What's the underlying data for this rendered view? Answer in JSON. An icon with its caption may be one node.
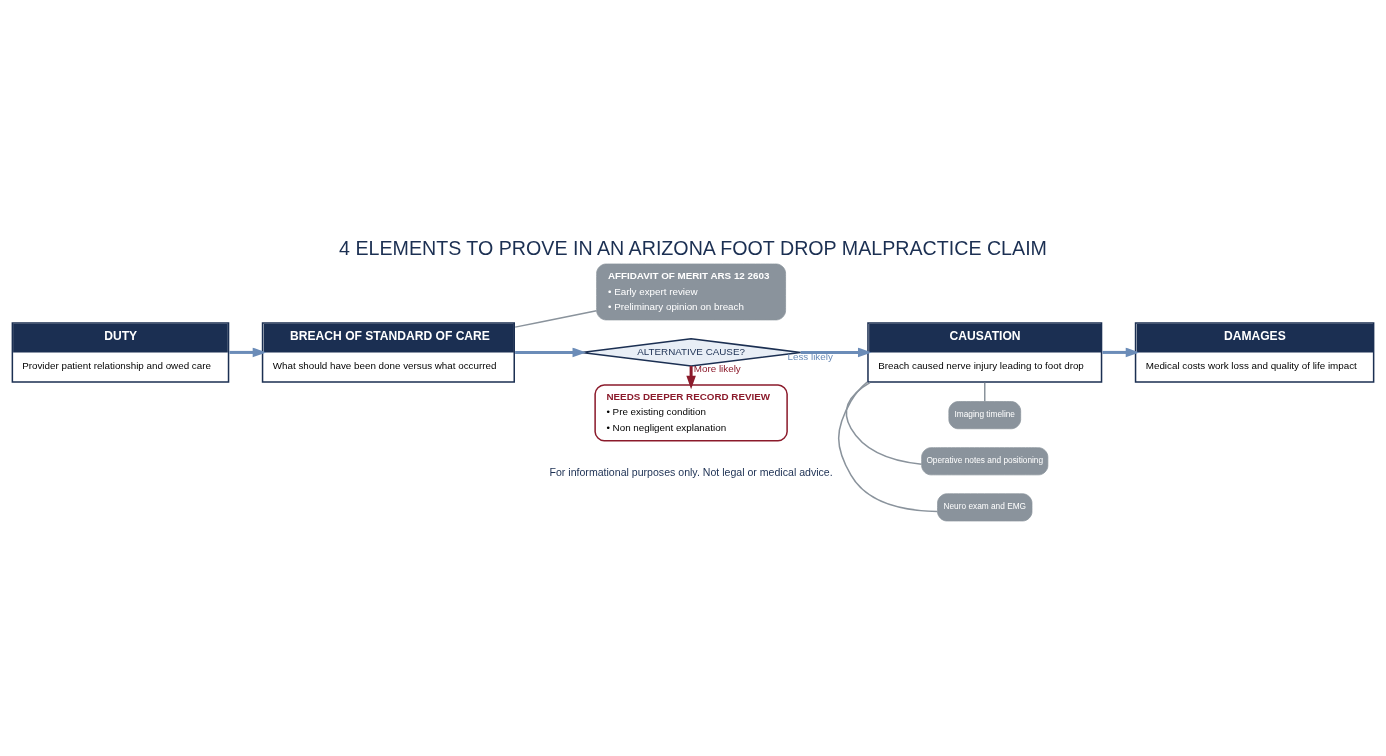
{
  "diagram": {
    "title": "4 ELEMENTS TO PROVE IN AN ARIZONA FOOT DROP MALPRACTICE CLAIM",
    "caption": "For informational purposes only. Not legal or medical advice.",
    "nodes": [
      {
        "text": [
          "DUTY",
          "Provider patient relationship and owed care"
        ]
      },
      {
        "text": [
          "BREACH OF STANDARD OF CARE",
          "What should have been done versus what occurred"
        ]
      },
      {
        "text": [
          "AFFIDAVIT OF MERIT ARS 12 2603",
          "• Early expert review",
          "• Preliminary opinion on breach"
        ]
      },
      {
        "text": [
          "ALTERNATIVE CAUSE?"
        ]
      },
      {
        "text": [
          "CAUSATION",
          "Breach caused nerve injury leading to foot drop"
        ]
      },
      {
        "text": [
          "DAMAGES",
          "Medical costs work loss and quality of life impact"
        ]
      },
      {
        "text": [
          "NEEDS DEEPER RECORD REVIEW",
          "• Pre existing condition",
          "• Non negligent explanation"
        ]
      },
      {
        "text": [
          "Imaging timeline"
        ]
      },
      {
        "text": [
          "Operative notes and positioning"
        ]
      },
      {
        "text": [
          "Neuro exam and EMG"
        ]
      }
    ],
    "edges": [
      {
        "from": 0,
        "to": 1,
        "arrow": "to"
      },
      {
        "from": 2,
        "to": 1,
        "arrow": "none"
      },
      {
        "from": 1,
        "to": 3,
        "arrow": "to"
      },
      {
        "from": 3,
        "to": 4,
        "arrow": "to",
        "label": "Less likely"
      },
      {
        "from": 3,
        "to": 6,
        "arrow": "to",
        "label": "More likely",
        "color": "#8b1a2b"
      },
      {
        "from": 4,
        "to": 5,
        "arrow": "to"
      },
      {
        "from": 7,
        "to": 4,
        "arrow": "none"
      },
      {
        "from": 8,
        "to": 4,
        "arrow": "none"
      },
      {
        "from": 9,
        "to": 4,
        "arrow": "none"
      }
    ]
  }
}
